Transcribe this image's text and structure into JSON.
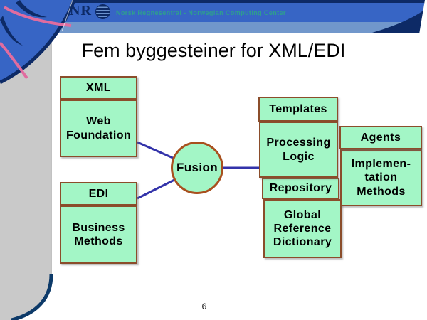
{
  "header": {
    "logo_text": "NR",
    "org_text": "Norsk Regnesentral - Norwegian Computing Center"
  },
  "slide": {
    "title": "Fem byggesteiner for XML/EDI",
    "page_number": "6"
  },
  "diagram": {
    "fusion": "Fusion",
    "boxes": {
      "xml": "XML",
      "web_foundation": "Web\nFoundation",
      "edi": "EDI",
      "business_methods": "Business\nMethods",
      "templates": "Templates",
      "processing_logic": "Processing\nLogic",
      "repository": "Repository",
      "global_reference_dictionary": "Global\nReference\nDictionary",
      "agents": "Agents",
      "implementation_methods": "Implemen-\ntation\nMethods"
    },
    "colors": {
      "box_fill": "#a3f6c6",
      "box_border": "#8b4d2b",
      "circle_border": "#a8501e",
      "connector": "#3333aa",
      "header_blue": "#3765c5",
      "header_light_blue": "#7197cb",
      "header_navy": "#0d2a66",
      "accent_pink": "#e06c9f",
      "sidebar_gray": "#c9c9c9",
      "org_text_teal": "#2e9e8e"
    }
  }
}
